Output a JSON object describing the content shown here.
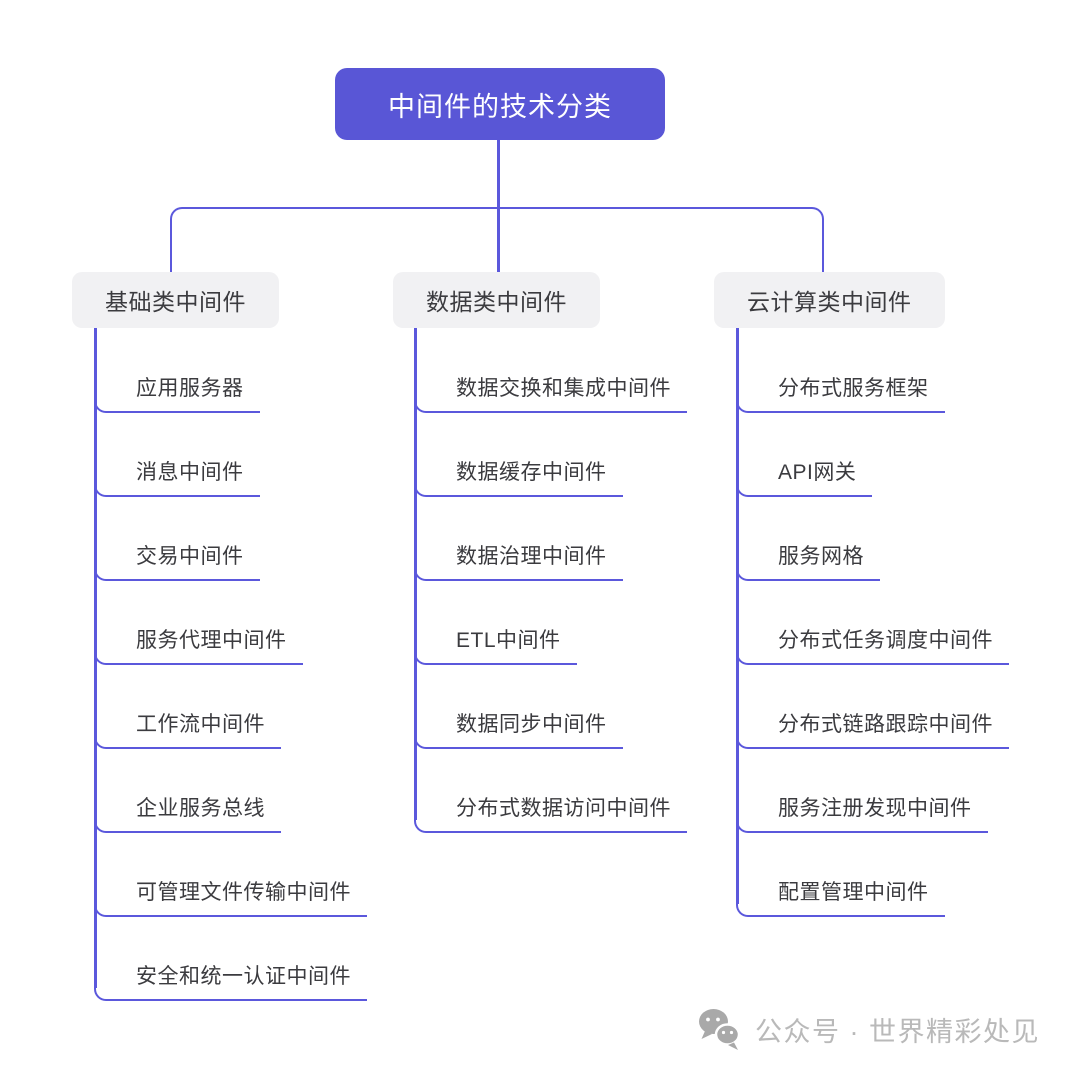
{
  "root": {
    "label": "中间件的技术分类"
  },
  "branches": [
    {
      "label": "基础类中间件",
      "items": [
        "应用服务器",
        "消息中间件",
        "交易中间件",
        "服务代理中间件",
        "工作流中间件",
        "企业服务总线",
        "可管理文件传输中间件",
        "安全和统一认证中间件"
      ]
    },
    {
      "label": "数据类中间件",
      "items": [
        "数据交换和集成中间件",
        "数据缓存中间件",
        "数据治理中间件",
        "ETL中间件",
        "数据同步中间件",
        "分布式数据访问中间件"
      ]
    },
    {
      "label": "云计算类中间件",
      "items": [
        "分布式服务框架",
        "API网关",
        "服务网格",
        "分布式任务调度中间件",
        "分布式链路跟踪中间件",
        "服务注册发现中间件",
        "配置管理中间件"
      ]
    }
  ],
  "watermark": {
    "icon": "wechat-icon",
    "text": "公众号 · 世界精彩处见"
  },
  "colors": {
    "accent": "#5956d6",
    "line": "#5b58dc",
    "header_bg": "#f1f1f3",
    "text": "#3b3b3f",
    "root_text": "#ffffff",
    "watermark": "#b9b9b9"
  }
}
